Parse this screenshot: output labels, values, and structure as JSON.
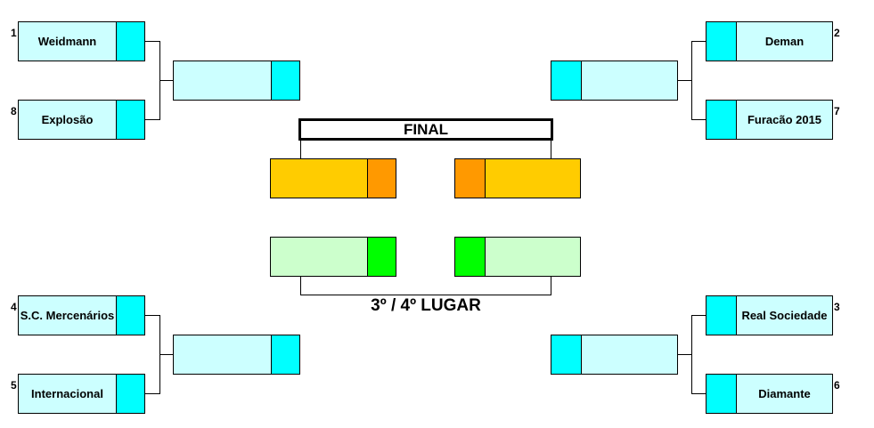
{
  "colors": {
    "team_fill": "#ccffff",
    "score_fill": "#00ffff",
    "final_fill": "#ffcc00",
    "final_score_fill": "#ff9900",
    "third_fill": "#ccffcc",
    "third_score_fill": "#00ff00"
  },
  "left_top": {
    "team1": {
      "seed": "1",
      "name": "Weidmann"
    },
    "team2": {
      "seed": "8",
      "name": "Explosão"
    }
  },
  "left_bottom": {
    "team1": {
      "seed": "4",
      "name": "S.C. Mercenários"
    },
    "team2": {
      "seed": "5",
      "name": "Internacional"
    }
  },
  "right_top": {
    "team1": {
      "seed": "2",
      "name": "Deman"
    },
    "team2": {
      "seed": "7",
      "name": "Furacão 2015"
    }
  },
  "right_bottom": {
    "team1": {
      "seed": "3",
      "name": "Real Sociedade"
    },
    "team2": {
      "seed": "6",
      "name": "Diamante"
    }
  },
  "final": {
    "title": "FINAL"
  },
  "third_place": {
    "title": "3º / 4º LUGAR"
  }
}
